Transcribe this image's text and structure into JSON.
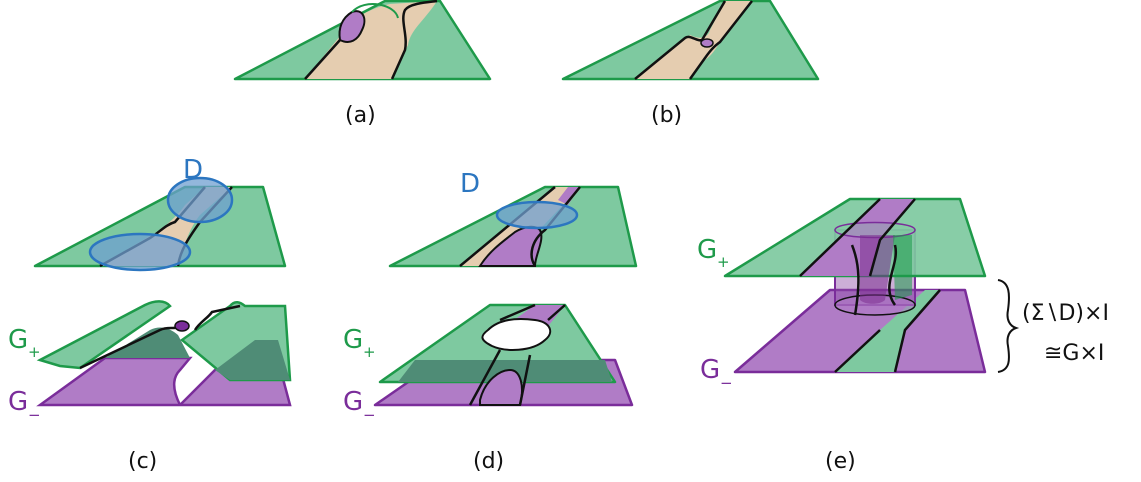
{
  "colors": {
    "green_fill": "#7ec9a0",
    "green_stroke": "#1e9a4a",
    "tan_fill": "#e5cdb0",
    "purple_fill": "#b07cc6",
    "purple_stroke": "#7a2d9a",
    "blue_fill": "#6f9fd0",
    "blue_stroke": "#2c76c0",
    "dark_overlap": "#4f8c76",
    "line": "#111111"
  },
  "captions": {
    "a": "(a)",
    "b": "(b)",
    "c": "(c)",
    "d": "(d)",
    "e": "(e)"
  },
  "labels": {
    "disk_c": "D",
    "disk_d": "D",
    "g_plus_main": "G",
    "g_plus_sub": "+",
    "g_minus_main": "G",
    "g_minus_sub": "−"
  },
  "formula": {
    "line1": "(Σ∖D)×I",
    "line2": "≅G×I"
  },
  "icons": [
    "surface-sheet",
    "disk-region",
    "brace"
  ]
}
